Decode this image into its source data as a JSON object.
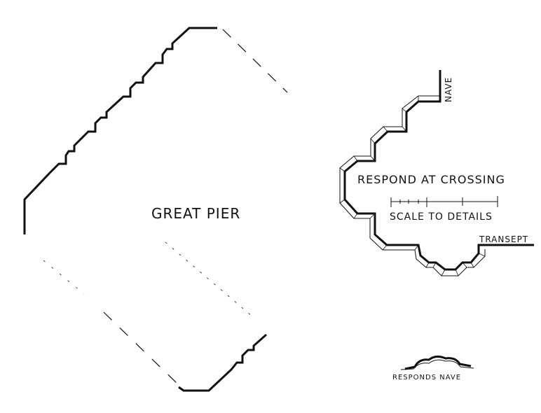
{
  "labels": {
    "great_pier": "GREAT PIER",
    "respond_at_crossing": "RESPOND AT CROSSING",
    "scale_to_details": "SCALE TO DETAILS",
    "nave": "NAVE",
    "transept": "TRANSEPT",
    "responds_nave": "RESPONDS NAVE"
  },
  "colors": {
    "ink": "#111111",
    "paper": "#ffffff"
  }
}
